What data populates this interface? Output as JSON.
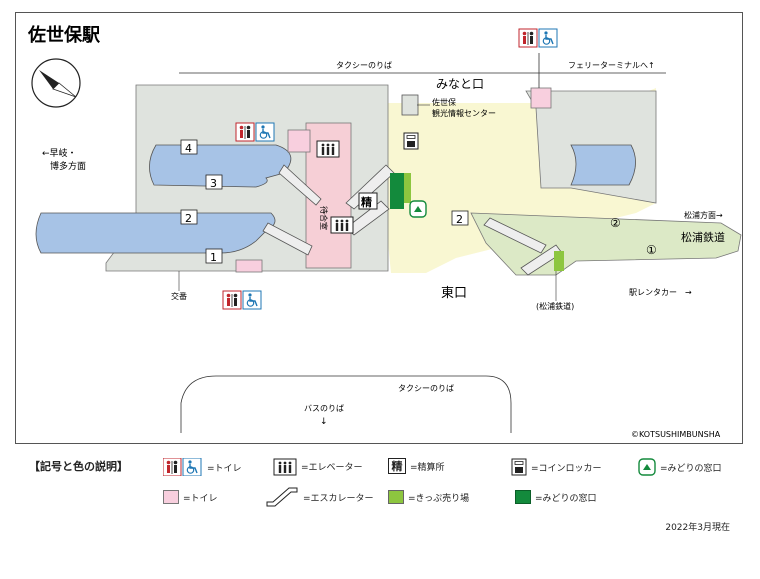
{
  "map_title": "佐世保駅",
  "copyright": "©KOTSUSHIMBUNSHA",
  "as_of": "2022年3月現在",
  "colors": {
    "platform": "#a7c3e6",
    "concourse": "#f9f7d2",
    "station_area": "#dfe3de",
    "matsuura_area": "#dce9c6",
    "toilet_pink": "#f8cfde",
    "elevator_pink": "#f6cfd6",
    "ticket_office": "#138a3c",
    "ticket_machine": "#8dc63f"
  },
  "labels": {
    "taxi_top": "タクシーのりば",
    "ferry": "フェリーターミナルへ↑",
    "minato_exit": "みなと口",
    "tourism_center_line1": "佐世保",
    "tourism_center_line2": "観光情報センター",
    "direction_west_line1": "←早岐・",
    "direction_west_line2": "博多方面",
    "matsuura_direction": "松浦方面→",
    "matsuura_railway": "松浦鉄道",
    "waiting_room": "待合室",
    "east_exit": "東口",
    "police_box": "交番",
    "matsuura_ticket_note": "(松浦鉄道)",
    "rental_car": "駅レンタカー　→",
    "taxi_bottom": "タクシーのりば",
    "bus": "バスのりば",
    "fare_adjust_sym": "精"
  },
  "platform_numbers": {
    "p1": "1",
    "p2": "2",
    "p3": "3",
    "p4": "4",
    "mr1": "①",
    "mr2": "②",
    "mr_platform": "2"
  },
  "legend": {
    "title": "【記号と色の説明】",
    "items": [
      {
        "symbol": "toilet-wheelchair",
        "text": "=トイレ"
      },
      {
        "symbol": "elevator",
        "text": "=エレベーター"
      },
      {
        "symbol": "fare-adjustment",
        "sym_text": "精",
        "text": "=精算所"
      },
      {
        "symbol": "coin-locker",
        "text": "=コインロッカー"
      },
      {
        "symbol": "midori-window-logo",
        "text": "=みどりの窓口"
      },
      {
        "symbol": "toilet-color",
        "text": "=トイレ"
      },
      {
        "symbol": "escalator",
        "text": "=エスカレーター"
      },
      {
        "symbol": "ticket-machine-color",
        "text": "=きっぷ売り場"
      },
      {
        "symbol": "midori-window-color",
        "text": "=みどりの窓口"
      }
    ]
  }
}
